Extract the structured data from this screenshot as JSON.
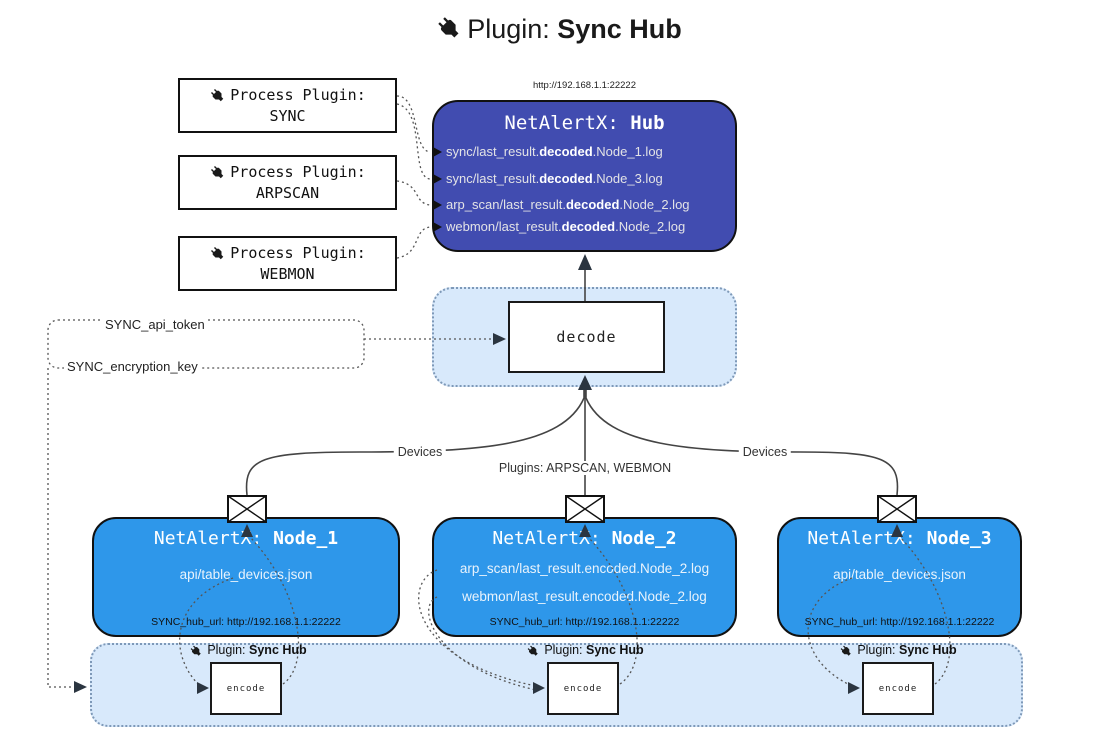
{
  "title": {
    "prefix": "Plugin: ",
    "name": "Sync Hub"
  },
  "hub": {
    "url": "http://192.168.1.1:22222",
    "title_prefix": "NetAlertX: ",
    "title_name": "Hub",
    "lines": [
      {
        "pre": "sync/last_result.",
        "bold": "decoded",
        "post": ".Node_1.log"
      },
      {
        "pre": "sync/last_result.",
        "bold": "decoded",
        "post": ".Node_3.log"
      },
      {
        "pre": "arp_scan/last_result.",
        "bold": "decoded",
        "post": ".Node_2.log"
      },
      {
        "pre": "webmon/last_result.",
        "bold": "decoded",
        "post": ".Node_2.log"
      }
    ]
  },
  "process_plugins": [
    {
      "label": "Process Plugin:",
      "name": "SYNC"
    },
    {
      "label": "Process Plugin:",
      "name": "ARPSCAN"
    },
    {
      "label": "Process Plugin:",
      "name": "WEBMON"
    }
  ],
  "decode": {
    "label": "decode"
  },
  "settings": {
    "api_token": "SYNC_api_token",
    "encryption_key": "SYNC_encryption_key"
  },
  "edges": {
    "devices_left": "Devices",
    "devices_right": "Devices",
    "plugins_middle": "Plugins: ARPSCAN, WEBMON"
  },
  "nodes": [
    {
      "title_prefix": "NetAlertX: ",
      "title_name": "Node_1",
      "lines": [
        "api/table_devices.json"
      ],
      "hub_url": "SYNC_hub_url: http://192.168.1.1:22222"
    },
    {
      "title_prefix": "NetAlertX: ",
      "title_name": "Node_2",
      "lines": [
        "arp_scan/last_result.encoded.Node_2.log",
        "webmon/last_result.encoded.Node_2.log"
      ],
      "hub_url": "SYNC_hub_url: http://192.168.1.1:22222"
    },
    {
      "title_prefix": "NetAlertX: ",
      "title_name": "Node_3",
      "lines": [
        "api/table_devices.json"
      ],
      "hub_url": "SYNC_hub_url: http://192.168.1.1:22222"
    }
  ],
  "encoder": {
    "label_prefix": "Plugin: ",
    "label_name": "Sync Hub",
    "box": "encode"
  },
  "colors": {
    "hub": "#414CB0",
    "node": "#2E97EA",
    "container": "#D8E9FB",
    "container_border": "#7E99B8"
  }
}
